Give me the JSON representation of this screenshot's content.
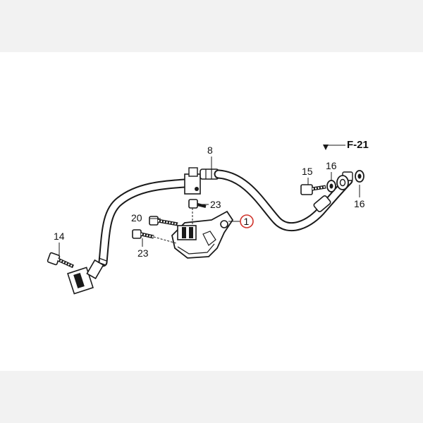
{
  "diagram": {
    "callouts": {
      "c1": "1",
      "c8": "8",
      "c14": "14",
      "c15": "15",
      "c16a": "16",
      "c16b": "16",
      "c20": "20",
      "c23a": "23",
      "c23b": "23"
    },
    "reference": "F-21",
    "colors": {
      "line": "#1a1a1a",
      "highlight": "#d0342c",
      "background": "#ffffff",
      "frame": "#f2f2f2"
    }
  }
}
